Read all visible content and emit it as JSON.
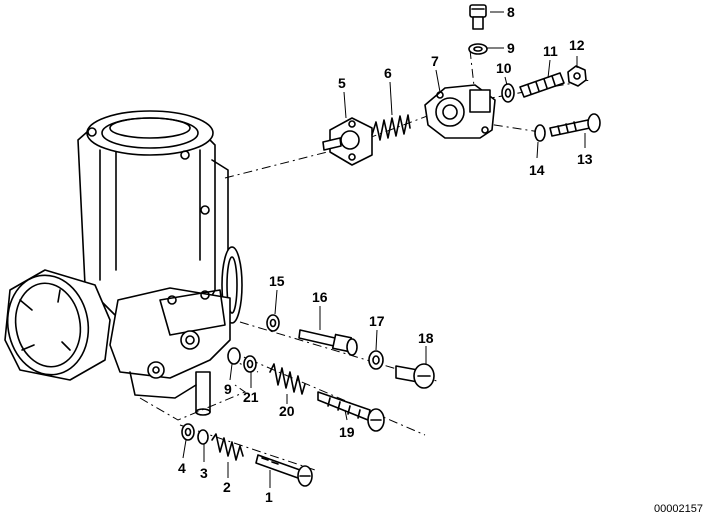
{
  "labels": [
    {
      "id": "p1",
      "text": "1"
    },
    {
      "id": "p2",
      "text": "2"
    },
    {
      "id": "p3",
      "text": "3"
    },
    {
      "id": "p4",
      "text": "4"
    },
    {
      "id": "p5",
      "text": "5"
    },
    {
      "id": "p6",
      "text": "6"
    },
    {
      "id": "p7",
      "text": "7"
    },
    {
      "id": "p8",
      "text": "8"
    },
    {
      "id": "p9a",
      "text": "9"
    },
    {
      "id": "p9b",
      "text": "9"
    },
    {
      "id": "p10",
      "text": "10"
    },
    {
      "id": "p11",
      "text": "11"
    },
    {
      "id": "p12",
      "text": "12"
    },
    {
      "id": "p13",
      "text": "13"
    },
    {
      "id": "p14",
      "text": "14"
    },
    {
      "id": "p15",
      "text": "15"
    },
    {
      "id": "p16",
      "text": "16"
    },
    {
      "id": "p17",
      "text": "17"
    },
    {
      "id": "p18",
      "text": "18"
    },
    {
      "id": "p19",
      "text": "19"
    },
    {
      "id": "p20",
      "text": "20"
    },
    {
      "id": "p21",
      "text": "21"
    }
  ],
  "drawing_number": "00002157",
  "colors": {
    "line": "#000000",
    "background": "#ffffff",
    "shade": "#e6e6e6"
  }
}
